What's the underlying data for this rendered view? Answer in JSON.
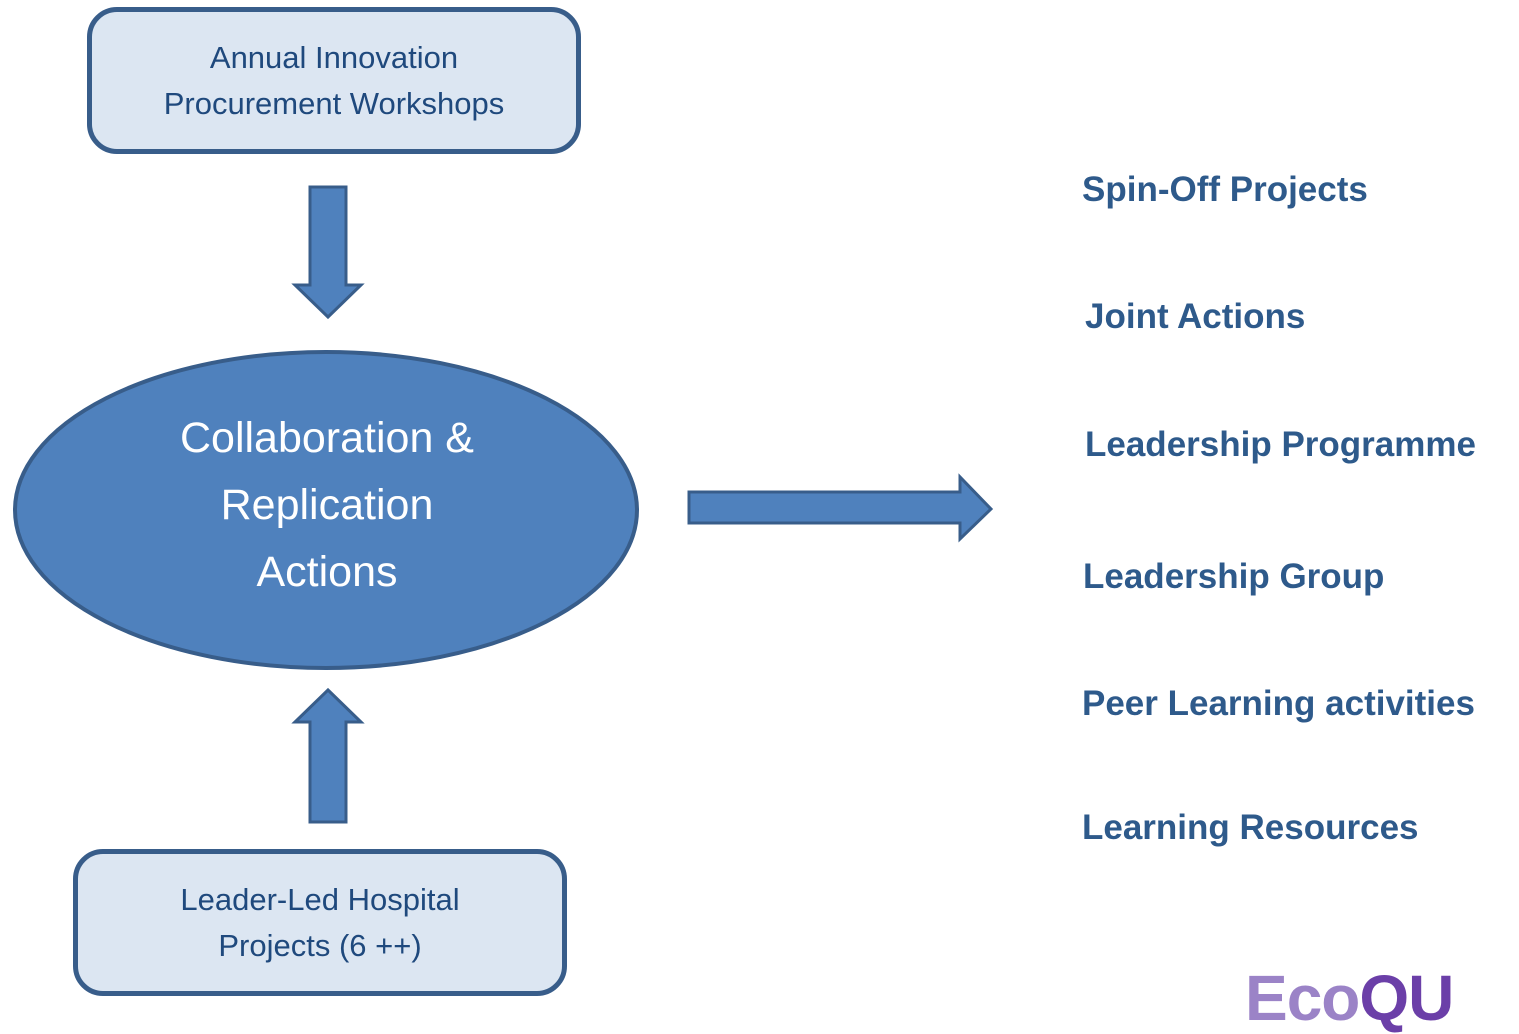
{
  "inputs": {
    "top_box": {
      "lines": [
        "Annual Innovation",
        "Procurement Workshops"
      ]
    },
    "bottom_box": {
      "lines": [
        "Leader-Led Hospital",
        "Projects (6 ++)"
      ]
    }
  },
  "center": {
    "lines": [
      "Collaboration &",
      "Replication",
      "Actions"
    ]
  },
  "outputs": [
    "Spin-Off Projects",
    "Joint Actions",
    "Leadership Programme",
    "Leadership Group",
    "Peer Learning activities",
    "Learning Resources"
  ],
  "logo": {
    "part_a": "Eco",
    "part_b": "QU"
  },
  "colors": {
    "shape_fill": "#4f81bd",
    "shape_stroke": "#385d8a",
    "box_fill": "#dce6f2",
    "box_text": "#1f497d",
    "output_text": "#2e5a8b",
    "logo_light": "#9b83c7",
    "logo_dark": "#6b3fa8"
  }
}
